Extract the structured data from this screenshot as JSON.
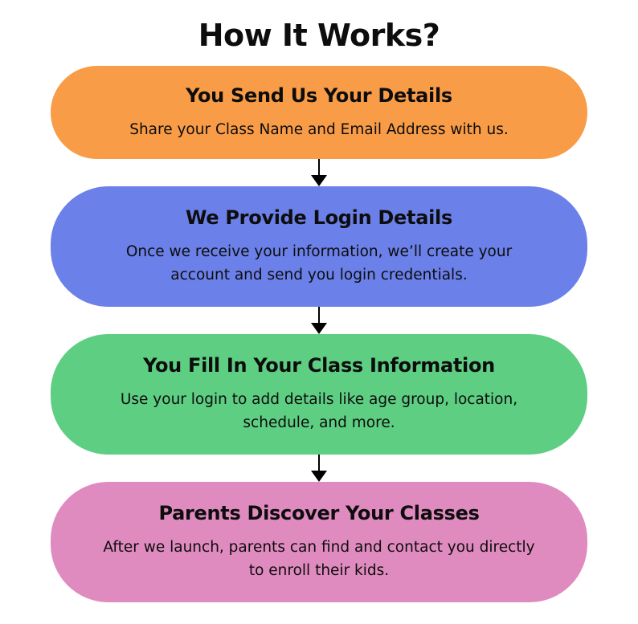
{
  "title": "How It Works?",
  "steps": [
    {
      "title": "You Send Us Your Details",
      "description": "Share your Class Name and Email Address with us.",
      "color": "#f99c47"
    },
    {
      "title": "We Provide Login Details",
      "description": "Once we receive your information, we’ll create your account and send you login credentials.",
      "color": "#6b80e8"
    },
    {
      "title": "You Fill In Your Class Information",
      "description": "Use your login to add details like age group, location, schedule, and more.",
      "color": "#5dce82"
    },
    {
      "title": "Parents Discover Your Classes",
      "description": "After we launch, parents can find and contact you directly to enroll their kids.",
      "color": "#e08bbf"
    }
  ],
  "arrow_color": "#000000"
}
